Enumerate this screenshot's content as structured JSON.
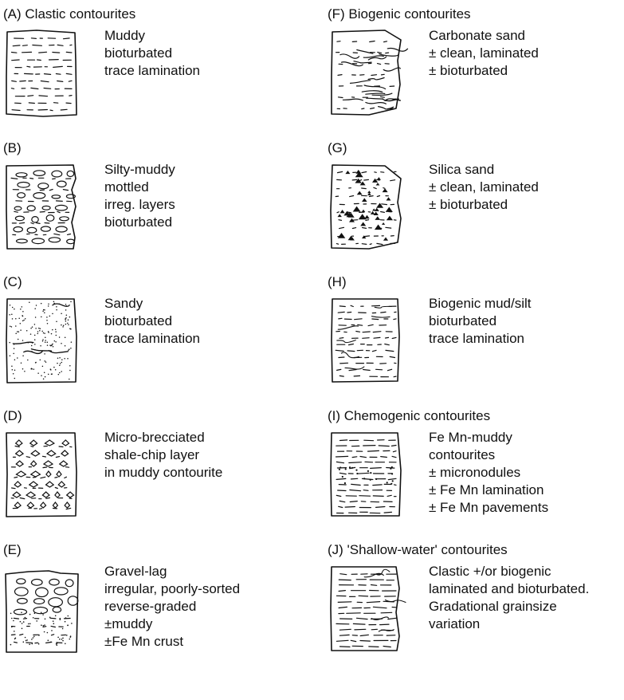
{
  "panels": [
    {
      "id": "A",
      "heading": "(A) Clastic contourites",
      "lines": [
        "Muddy",
        "bioturbated",
        "trace lamination"
      ],
      "texture": "muddy"
    },
    {
      "id": "B",
      "heading": "(B)",
      "lines": [
        "Silty-muddy",
        "mottled",
        "irreg. layers",
        "bioturbated"
      ],
      "texture": "mottled"
    },
    {
      "id": "C",
      "heading": "(C)",
      "lines": [
        "Sandy",
        "bioturbated",
        "trace lamination"
      ],
      "texture": "sandy"
    },
    {
      "id": "D",
      "heading": "(D)",
      "lines": [
        "Micro-brecciated",
        "shale-chip layer",
        "in muddy contourite"
      ],
      "texture": "breccia"
    },
    {
      "id": "E",
      "heading": "(E)",
      "lines": [
        "Gravel-lag",
        "irregular, poorly-sorted",
        "reverse-graded",
        "±muddy",
        "±Fe Mn crust"
      ],
      "texture": "gravel"
    },
    {
      "id": "F",
      "heading": "(F) Biogenic contourites",
      "lines": [
        "Carbonate sand",
        "± clean, laminated",
        "± bioturbated"
      ],
      "texture": "carbonate"
    },
    {
      "id": "G",
      "heading": "(G)",
      "lines": [
        "Silica sand",
        "± clean, laminated",
        "± bioturbated"
      ],
      "texture": "silica"
    },
    {
      "id": "H",
      "heading": "(H)",
      "lines": [
        "Biogenic mud/silt",
        "bioturbated",
        "trace lamination"
      ],
      "texture": "biomud"
    },
    {
      "id": "I",
      "heading": "(I) Chemogenic contourites",
      "lines": [
        "Fe Mn-muddy",
        "contourites",
        "± micronodules",
        "± Fe Mn lamination",
        "± Fe Mn pavements"
      ],
      "texture": "chemo"
    },
    {
      "id": "J",
      "heading": "(J) 'Shallow-water' contourites",
      "lines": [
        "Clastic +/or biogenic",
        "laminated and bioturbated.",
        "Gradational grainsize",
        "variation"
      ],
      "texture": "shallow"
    }
  ]
}
